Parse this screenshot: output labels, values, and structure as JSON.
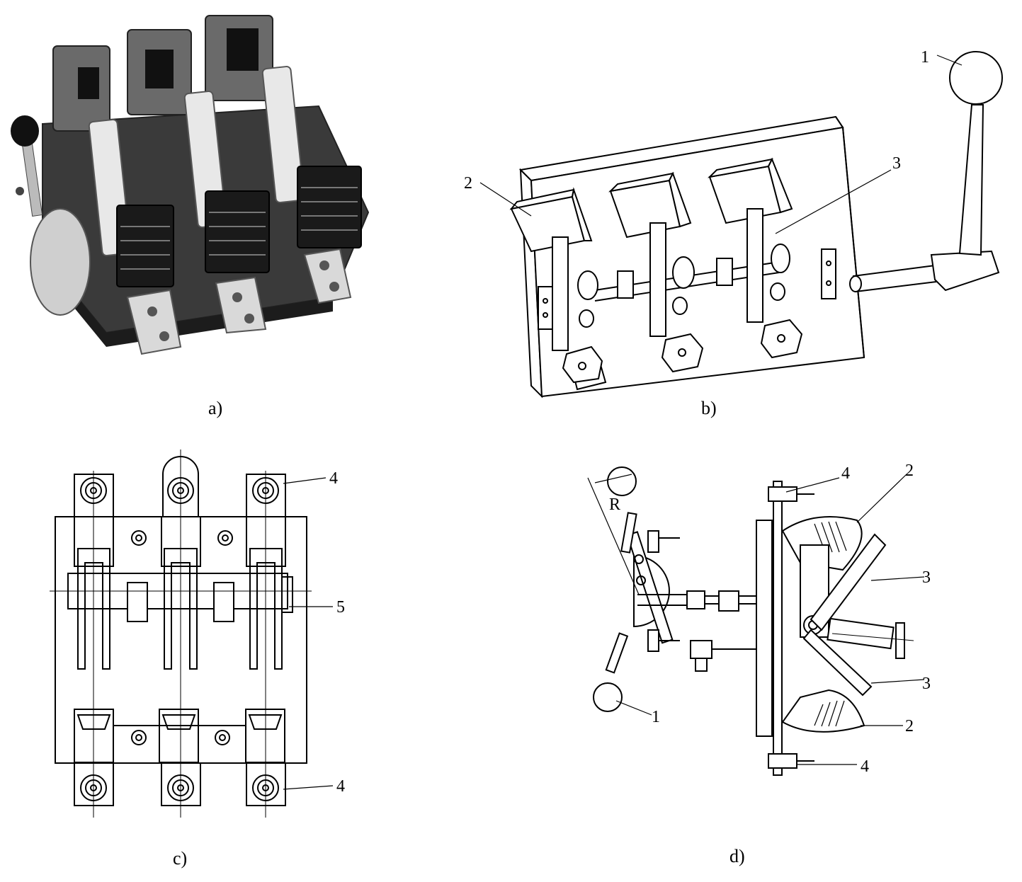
{
  "figure": {
    "panels": [
      {
        "id": "a",
        "caption": "a)"
      },
      {
        "id": "b",
        "caption": "b)",
        "callouts": [
          "1",
          "2",
          "3"
        ]
      },
      {
        "id": "c",
        "caption": "c)",
        "callouts": [
          "4",
          "5",
          "4"
        ]
      },
      {
        "id": "d",
        "caption": "d)",
        "callouts": [
          "4",
          "2",
          "3",
          "3",
          "2",
          "4",
          "1",
          "R"
        ]
      }
    ]
  },
  "colors": {
    "ink": "#000000",
    "paper": "#ffffff",
    "photo_dark": "#2a2a2a",
    "photo_mid": "#8a8a8a",
    "photo_light": "#d6d6d6"
  },
  "icons": {
    "photo": "knife-switch-photo",
    "isometric": "knife-switch-isometric-drawing",
    "front": "knife-switch-front-view",
    "side": "knife-switch-side-view"
  }
}
